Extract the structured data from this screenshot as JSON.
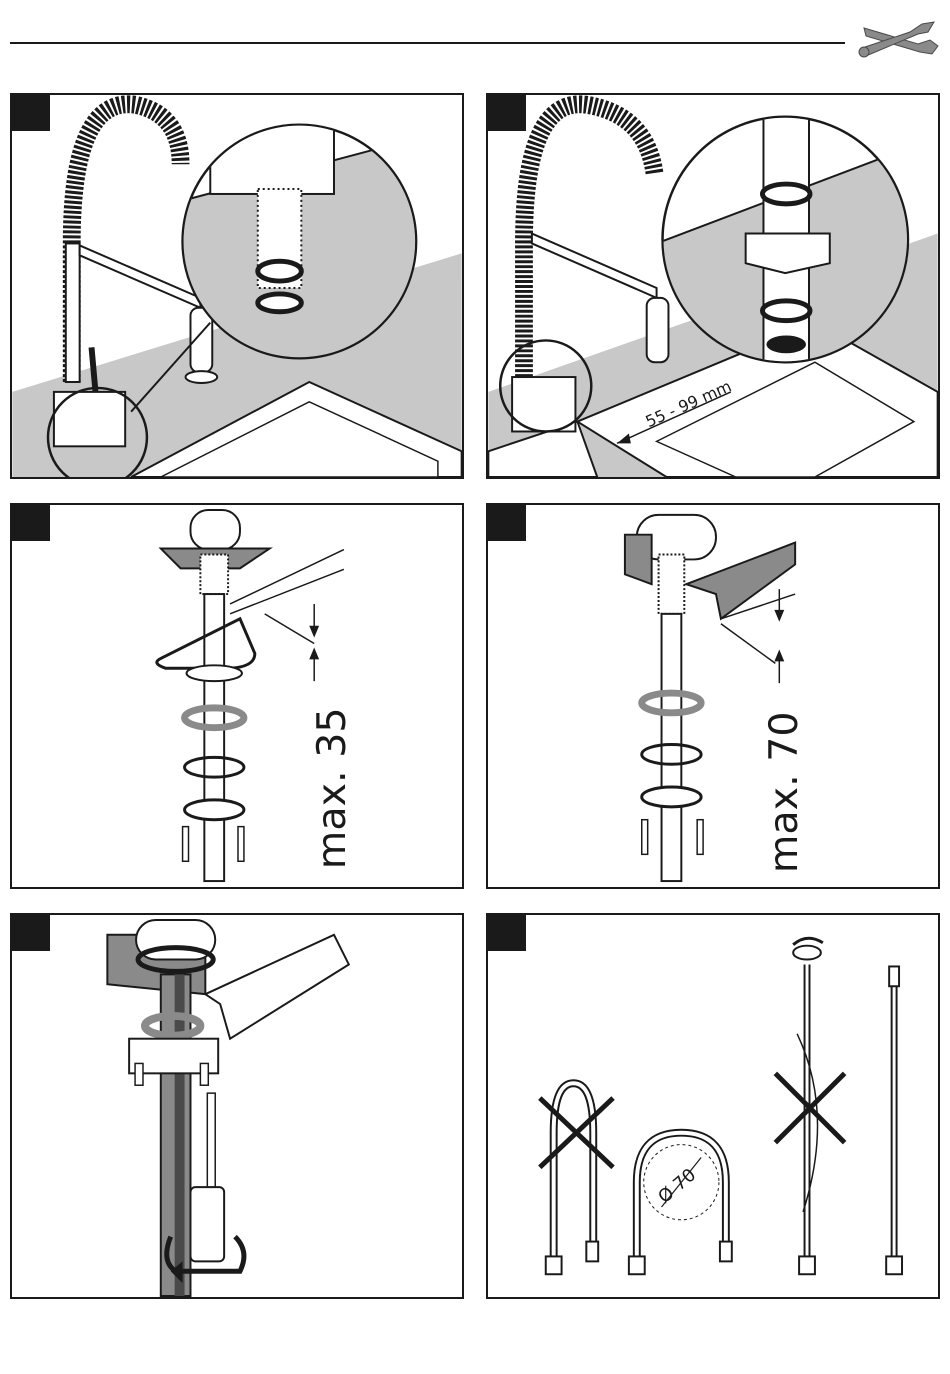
{
  "header": {
    "tools_icon": "wrench-screwdriver-icon"
  },
  "panels": [
    {
      "step": "",
      "dimension": ""
    },
    {
      "step": "",
      "dimension": "55 - 99 mm"
    },
    {
      "step": "",
      "dimension": "max. 35"
    },
    {
      "step": "",
      "dimension": "max. 70"
    },
    {
      "step": "",
      "dimension": ""
    },
    {
      "step": "",
      "dimension": "Ø 70"
    }
  ],
  "colors": {
    "ink": "#1a1a1a",
    "counter_gray": "#c8c8c8",
    "dark_gray": "#8a8a8a"
  }
}
